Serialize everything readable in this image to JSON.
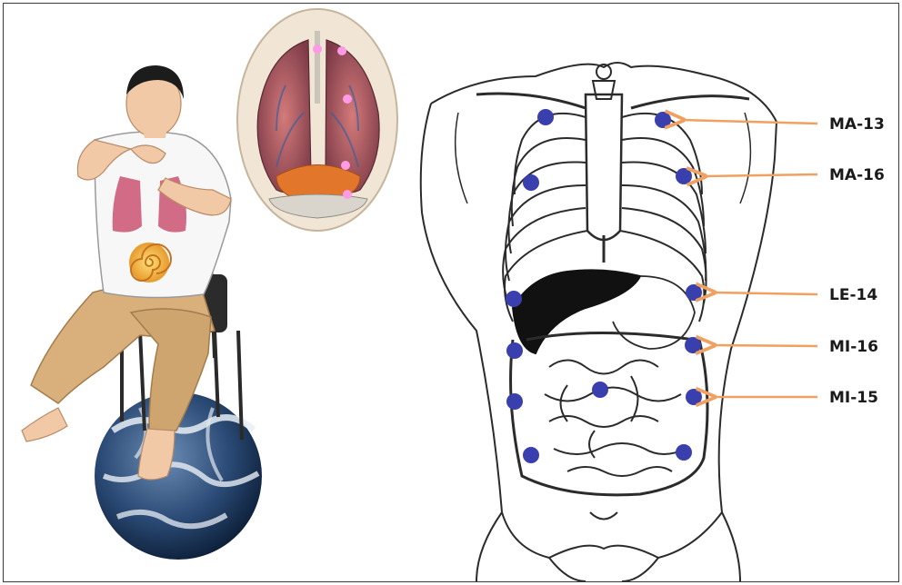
{
  "colors": {
    "acupoint": "#3a3fae",
    "arrow": "#f0a060",
    "outline": "#2b2b2b",
    "skin": "#f1c9a6",
    "pants": "#d9b07c",
    "lung": "#c26a72",
    "liver": "#1a1a1a",
    "earth_ocean": "#1f3f6a",
    "earth_cloud": "#e8eef4"
  },
  "icons": {
    "meditating_person": "person-seated-icon",
    "lungs_inset": "lungs-anatomy-icon",
    "globe": "earth-globe-icon"
  },
  "acupoint_labels": [
    {
      "id": "ma13",
      "text": "MA-13"
    },
    {
      "id": "ma16",
      "text": "MA-16"
    },
    {
      "id": "le14",
      "text": "LE-14"
    },
    {
      "id": "mi16",
      "text": "MI-16"
    },
    {
      "id": "mi15",
      "text": "MI-15"
    }
  ]
}
